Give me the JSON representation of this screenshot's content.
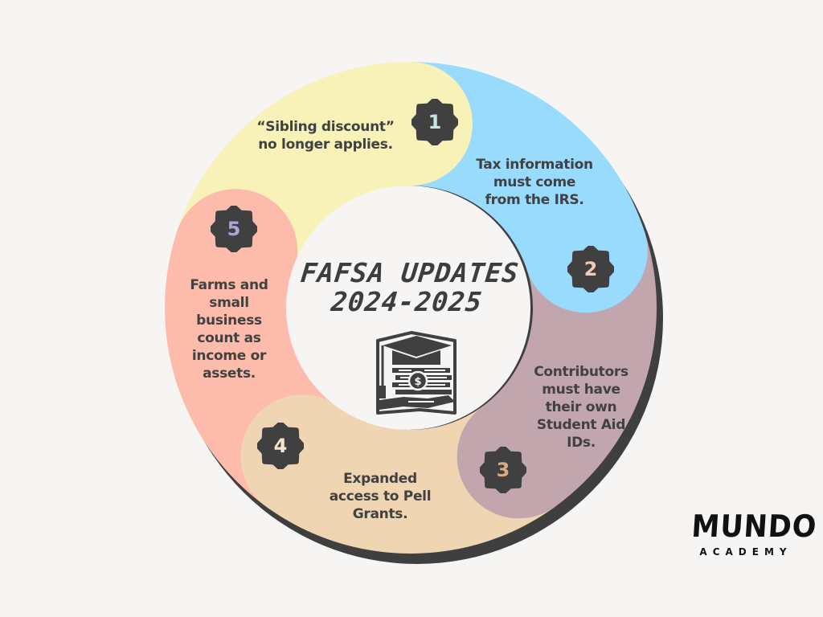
{
  "title": {
    "line1": "FAFSA UPDATES",
    "line2": "2024-2025",
    "icon": "graduation-cap-money-hand-icon"
  },
  "colors": {
    "background": "#f6f5f4",
    "dark": "#404040",
    "shadow": "#3f3f3f",
    "center": "#f6f5f4"
  },
  "segments": [
    {
      "number": "1",
      "color": "#f8f1b8",
      "badge_digit_color": "#bfe8e0",
      "lines": [
        "“Sibling discount”",
        "no longer applies."
      ]
    },
    {
      "number": "2",
      "color": "#98dbfd",
      "badge_digit_color": "#f1c9b9",
      "lines": [
        "Tax information",
        "must come",
        "from the IRS."
      ]
    },
    {
      "number": "3",
      "color": "#c1a6ae",
      "badge_digit_color": "#dba885",
      "lines": [
        "Contributors",
        "must have",
        "their own",
        "Student Aid",
        "IDs."
      ]
    },
    {
      "number": "4",
      "color": "#efd5b1",
      "badge_digit_color": "#f5e6c6",
      "lines": [
        "Expanded",
        "access to Pell",
        "Grants."
      ]
    },
    {
      "number": "5",
      "color": "#fdbcab",
      "badge_digit_color": "#a9a7d8",
      "lines": [
        "Farms and",
        "small",
        "business",
        "count as",
        "income or",
        "assets."
      ]
    }
  ],
  "logo": {
    "brand": "MUNDO",
    "sub": "ACADEMY"
  }
}
